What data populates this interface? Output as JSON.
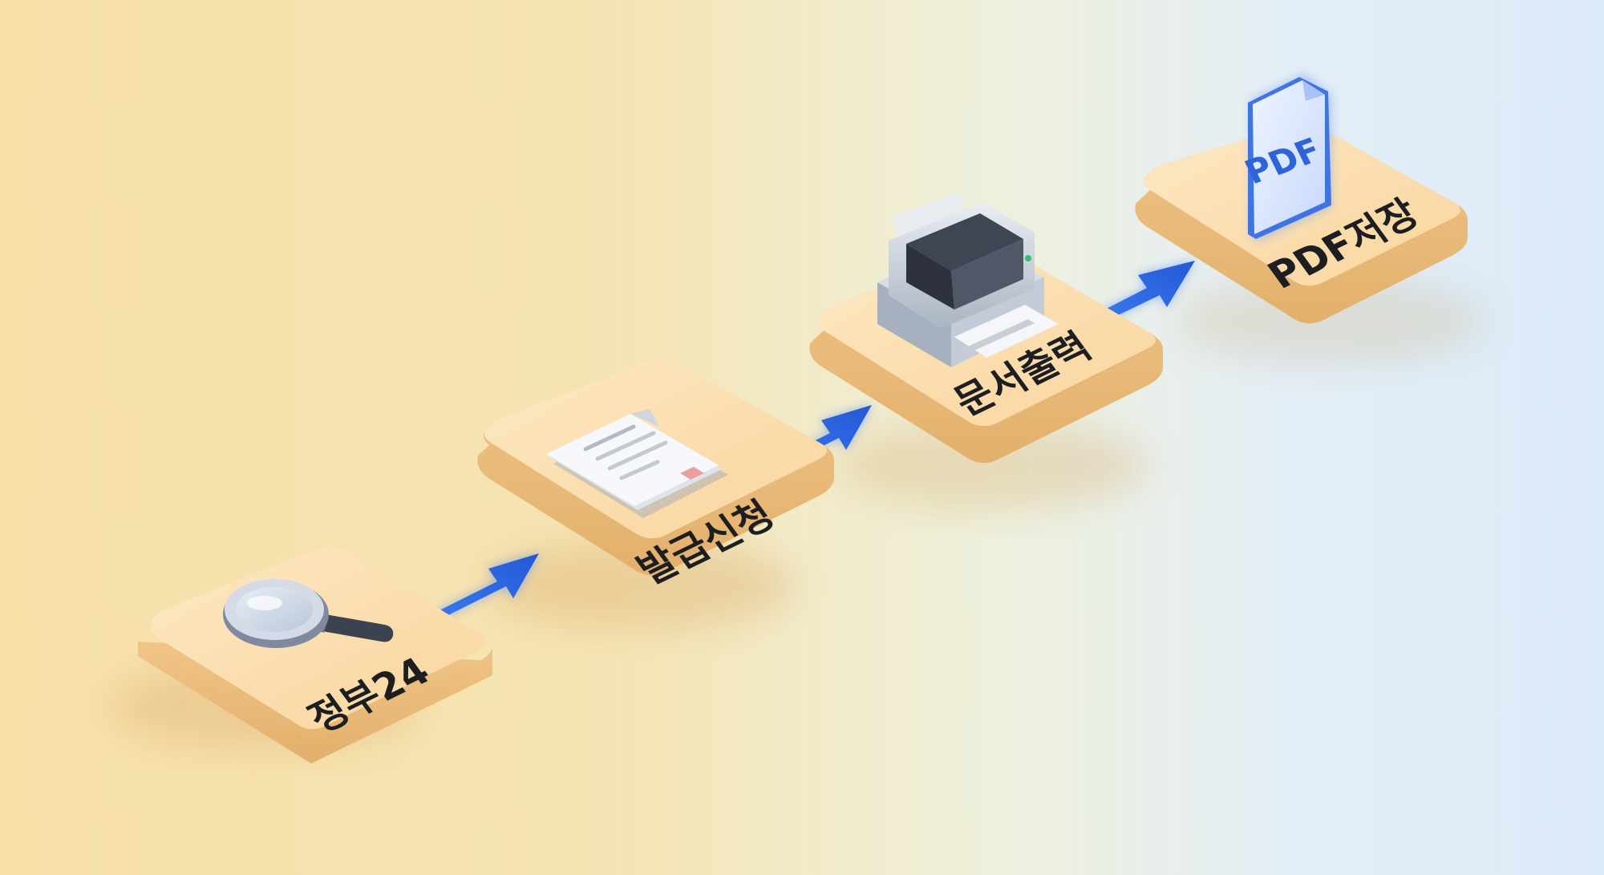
{
  "steps": [
    {
      "id": "step1",
      "label": "정부24",
      "icon": "magnifier-icon"
    },
    {
      "id": "step2",
      "label": "발급신청",
      "icon": "document-icon"
    },
    {
      "id": "step3",
      "label": "문서출력",
      "icon": "printer-icon"
    },
    {
      "id": "step4",
      "label": "PDF저장",
      "icon": "pdf-file-icon"
    }
  ],
  "pdf_icon_text": "PDF",
  "colors": {
    "tile_top": "#fbdcaa",
    "tile_side": "#ebbd7d",
    "arrow": "#2f6fe6",
    "label": "#1d1e22"
  }
}
